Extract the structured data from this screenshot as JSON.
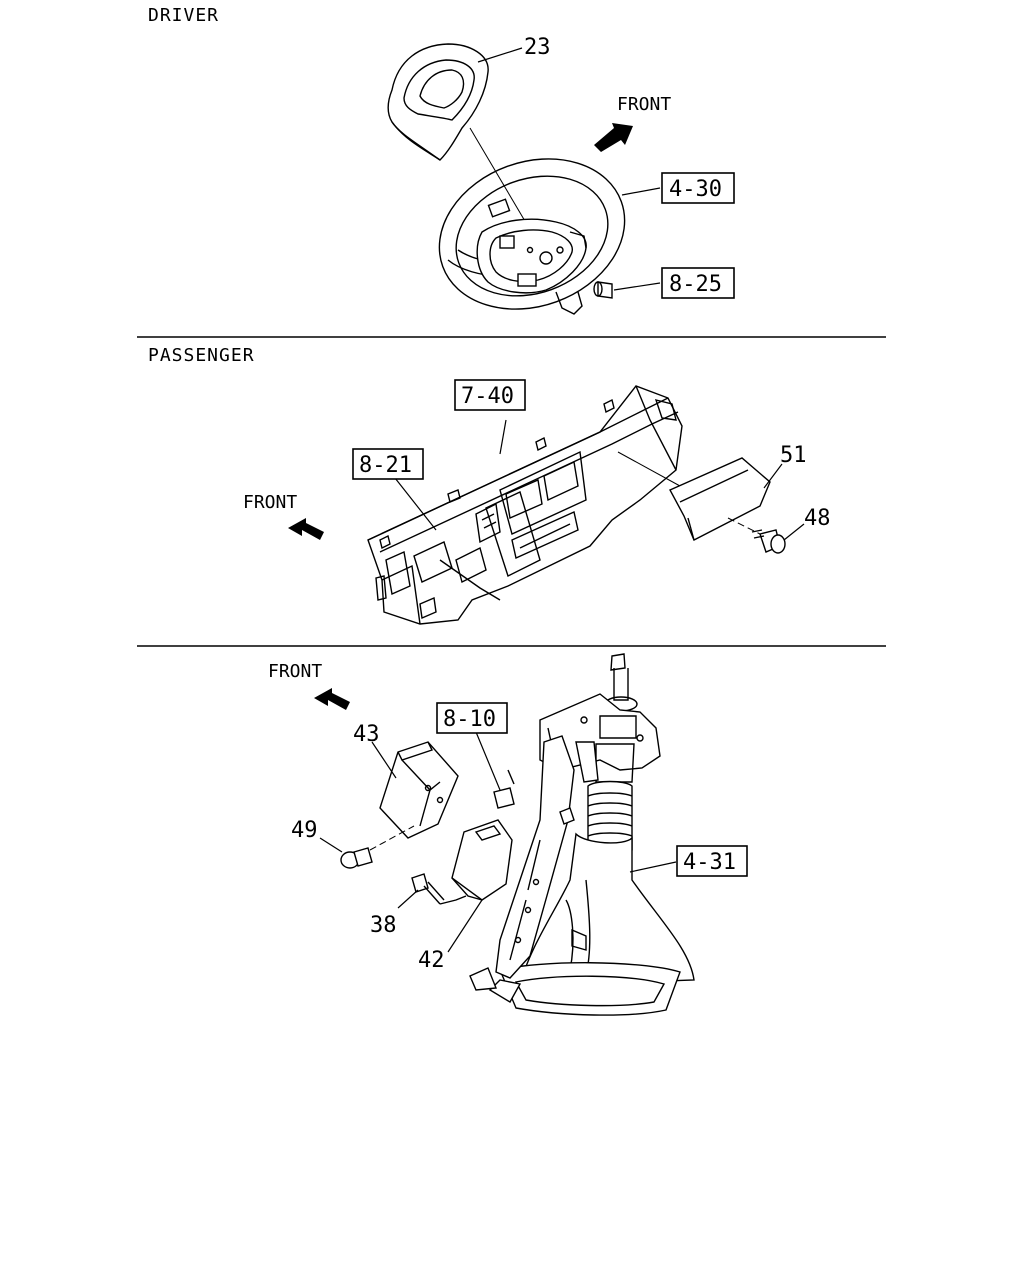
{
  "sections": {
    "driver": "DRIVER",
    "passenger": "PASSENGER"
  },
  "front_label": "FRONT",
  "callouts": {
    "c23": "23",
    "c4_30": "4-30",
    "c8_25": "8-25",
    "c7_40": "7-40",
    "c8_21": "8-21",
    "c51": "51",
    "c48": "48",
    "c8_10": "8-10",
    "c43": "43",
    "c49": "49",
    "c38": "38",
    "c42": "42",
    "c4_31": "4-31"
  }
}
